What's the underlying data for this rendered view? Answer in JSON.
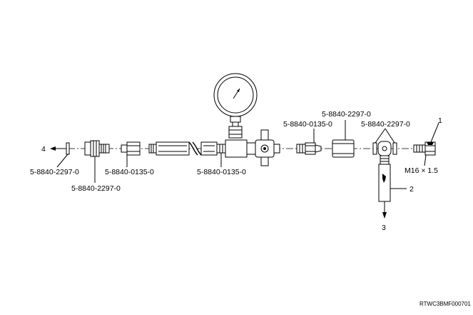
{
  "diagram": {
    "callouts": {
      "c1": "1",
      "c2": "2",
      "c3": "3",
      "c4": "4"
    },
    "labels": {
      "washer_left": "5-8840-2297-0",
      "union_left": "5-8840-2297-0",
      "flare_nut_left": "5-8840-0135-0",
      "hose_middle": "5-8840-0135-0",
      "flare_nut_right": "5-8840-0135-0",
      "adapter_right": "5-8840-2297-0",
      "washers_right": "5-8840-2297-0",
      "thread_spec": "M16 × 1.5"
    },
    "figure_code": "RTWC3BMF000701"
  }
}
